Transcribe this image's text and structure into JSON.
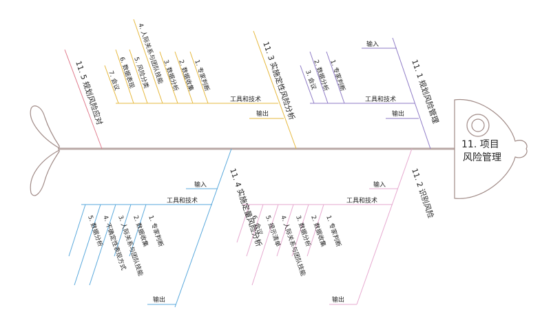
{
  "head": {
    "line1": "11. 项目",
    "line2": "风险管理"
  },
  "colors": {
    "spine": "#b9a8a5",
    "fish_outline": "#a08a86",
    "c1": "#8e7ac6",
    "c2": "#e6a8cf",
    "c3": "#e6b83c",
    "c4": "#58a8dc",
    "c5": "#e07a8c"
  },
  "branches": [
    {
      "id": "b1",
      "title": "11. 1 规划风险管理",
      "color": "#8e7ac6",
      "input": "输入",
      "tools": "工具和技术",
      "output": "输出",
      "tool_items": [
        "1. 专家判断",
        "2. 数据分析",
        "3. 会议"
      ]
    },
    {
      "id": "b2",
      "title": "11. 2 识别风险",
      "color": "#e6a8cf",
      "input": "输入",
      "tools": "工具和技术",
      "output": "输出",
      "tool_items": [
        "1. 专家判断",
        "2. 数据收集",
        "3. 数据分析",
        "4. 人际关系与团队技能",
        "5. 提示清单",
        "6. 会议"
      ]
    },
    {
      "id": "b3",
      "title": "11. 3 实施定性风险分析",
      "color": "#e6b83c",
      "tools": "工具和技术",
      "output": "输出",
      "tool_items": [
        "1. 专家判断",
        "2. 数据收集",
        "3. 数据分析",
        "4. 人际关系与团队技能",
        "5. 风险分类",
        "6. 数据表现",
        "7. 会议"
      ]
    },
    {
      "id": "b4",
      "title": "11. 4 实施定量风险分析",
      "color": "#58a8dc",
      "input": "输入",
      "tools": "工具和技术",
      "output": "输出",
      "tool_items": [
        "1. 专家判断",
        "2. 数据收集",
        "3. 人际关系与团队技能",
        "4. 不确定性表现方式",
        "5. 数据分析"
      ]
    },
    {
      "id": "b5",
      "title": "11. 5 规划风险应对",
      "color": "#e07a8c"
    }
  ]
}
